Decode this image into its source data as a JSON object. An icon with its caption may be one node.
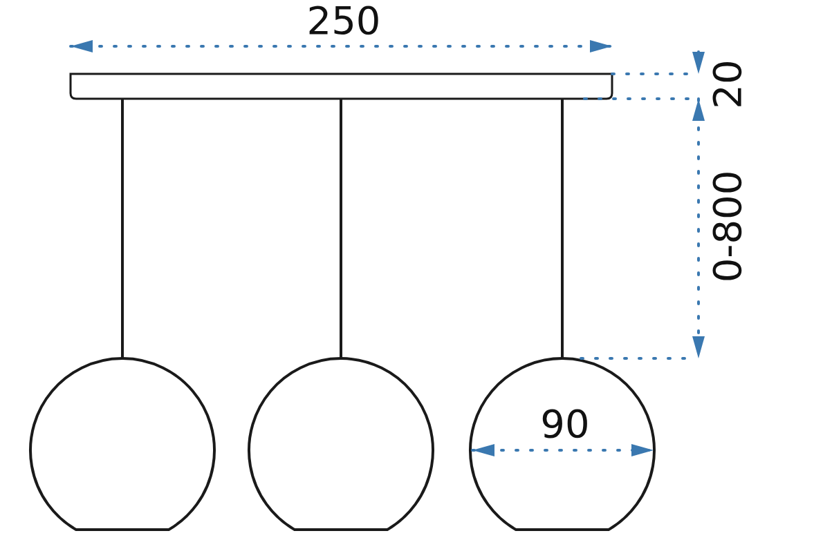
{
  "diagram": {
    "labels": [
      "250",
      "20",
      "0-800",
      "90"
    ]
  }
}
